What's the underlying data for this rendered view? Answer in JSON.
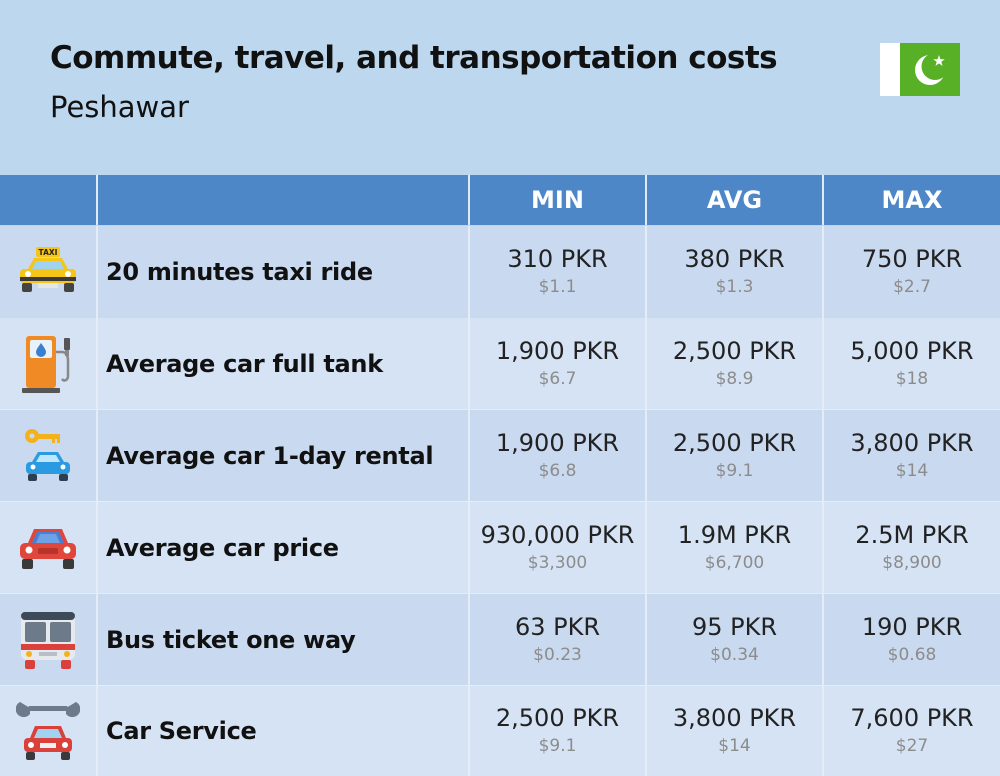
{
  "header": {
    "title": "Commute, travel, and transportation costs",
    "subtitle": "Peshawar",
    "flag_icon": "pakistan-flag-icon"
  },
  "table": {
    "columns": [
      "",
      "",
      "MIN",
      "AVG",
      "MAX"
    ],
    "rows": [
      {
        "icon": "taxi-icon",
        "label": "20 minutes taxi ride",
        "min": {
          "pkr": "310 PKR",
          "usd": "$1.1"
        },
        "avg": {
          "pkr": "380 PKR",
          "usd": "$1.3"
        },
        "max": {
          "pkr": "750 PKR",
          "usd": "$2.7"
        }
      },
      {
        "icon": "fuel-pump-icon",
        "label": "Average car full tank",
        "min": {
          "pkr": "1,900 PKR",
          "usd": "$6.7"
        },
        "avg": {
          "pkr": "2,500 PKR",
          "usd": "$8.9"
        },
        "max": {
          "pkr": "5,000 PKR",
          "usd": "$18"
        }
      },
      {
        "icon": "car-rental-key-icon",
        "label": "Average car 1-day rental",
        "min": {
          "pkr": "1,900 PKR",
          "usd": "$6.8"
        },
        "avg": {
          "pkr": "2,500 PKR",
          "usd": "$9.1"
        },
        "max": {
          "pkr": "3,800 PKR",
          "usd": "$14"
        }
      },
      {
        "icon": "car-icon",
        "label": "Average car price",
        "min": {
          "pkr": "930,000 PKR",
          "usd": "$3,300"
        },
        "avg": {
          "pkr": "1.9M PKR",
          "usd": "$6,700"
        },
        "max": {
          "pkr": "2.5M PKR",
          "usd": "$8,900"
        }
      },
      {
        "icon": "bus-icon",
        "label": "Bus ticket one way",
        "min": {
          "pkr": "63 PKR",
          "usd": "$0.23"
        },
        "avg": {
          "pkr": "95 PKR",
          "usd": "$0.34"
        },
        "max": {
          "pkr": "190 PKR",
          "usd": "$0.68"
        }
      },
      {
        "icon": "car-service-wrench-icon",
        "label": "Car Service",
        "min": {
          "pkr": "2,500 PKR",
          "usd": "$9.1"
        },
        "avg": {
          "pkr": "3,800 PKR",
          "usd": "$14"
        },
        "max": {
          "pkr": "7,600 PKR",
          "usd": "$27"
        }
      }
    ]
  },
  "colors": {
    "background": "#bcd7ee",
    "header_row": "#4d87c8",
    "row_odd": "#c9d9ef",
    "row_even": "#d5e3f4",
    "usd_text": "#8c8c8c",
    "flag_green": "#58b027"
  },
  "taxi_sign": "TAXI"
}
